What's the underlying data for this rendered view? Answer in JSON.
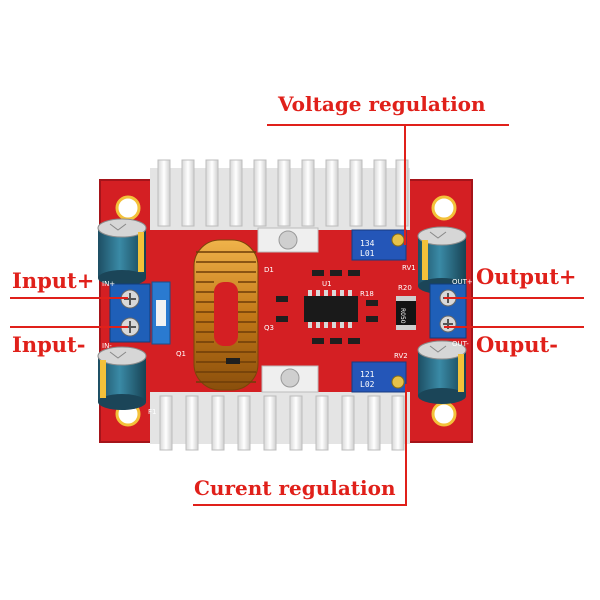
{
  "annotations": {
    "voltage_regulation": "Voltage regulation",
    "current_regulation": "Curent regulation",
    "input_plus": "Input+",
    "input_minus": "Input-",
    "output_plus": "Output+",
    "output_minus": "Ouput-"
  },
  "board": {
    "pot_top_code_1": "134",
    "pot_top_code_2": "L01",
    "pot_bottom_code_1": "121",
    "pot_bottom_code_2": "L02",
    "silk_rv1": "RV1",
    "silk_rv2": "RV2",
    "silk_in_plus": "IN+",
    "silk_in_minus": "IN-",
    "silk_out_plus": "OUT+",
    "silk_out_minus": "OUT-",
    "silk_r20": "R20",
    "silk_r18": "R18",
    "silk_u1": "U1",
    "silk_q1": "Q1",
    "silk_q3": "Q3",
    "silk_d1": "D1",
    "silk_f1": "F1",
    "resistor_code": "R050"
  },
  "colors": {
    "annotation_red": "#e0201a",
    "pcb_red": "#d41f23",
    "heatsink": "#f2f2f2",
    "capacitor_blue": "#2e6e87",
    "terminal_blue": "#1f5fb8",
    "coil_copper": "#c9821f"
  }
}
